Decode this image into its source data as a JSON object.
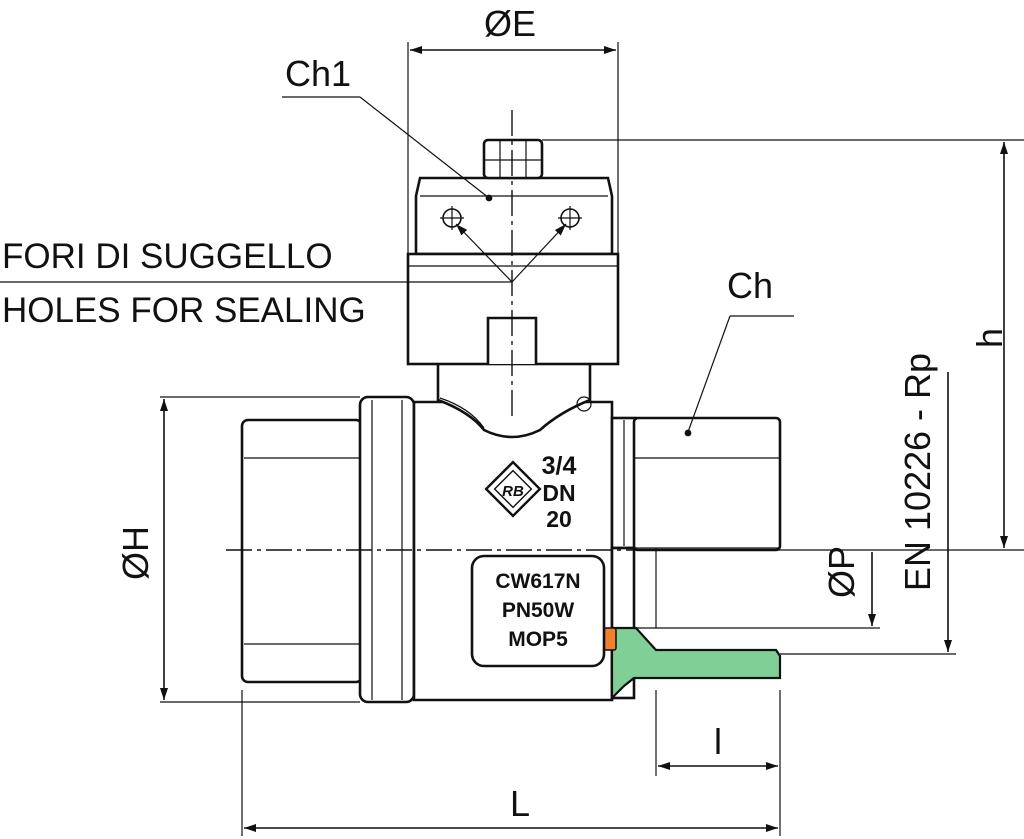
{
  "dimensions": {
    "e": "ØE",
    "ch1": "Ch1",
    "ch": "Ch",
    "h": "h",
    "hd": "ØH",
    "p": "ØP",
    "l_small": "l",
    "l": "L"
  },
  "notes": {
    "holes_it": "FORI DI SUGGELLO",
    "holes_en": "HOLES FOR SEALING",
    "thread_std": "EN 10226 - Rp"
  },
  "markings": {
    "size": "3/4",
    "dn": "DN",
    "dn_value": "20",
    "material": "CW617N",
    "pressure": "PN50W",
    "mop": "MOP5"
  },
  "colors": {
    "body_fill": "#ffffff",
    "line": "#111111",
    "pipe_section": "#7fcf97",
    "seal": "#f07f2e"
  }
}
